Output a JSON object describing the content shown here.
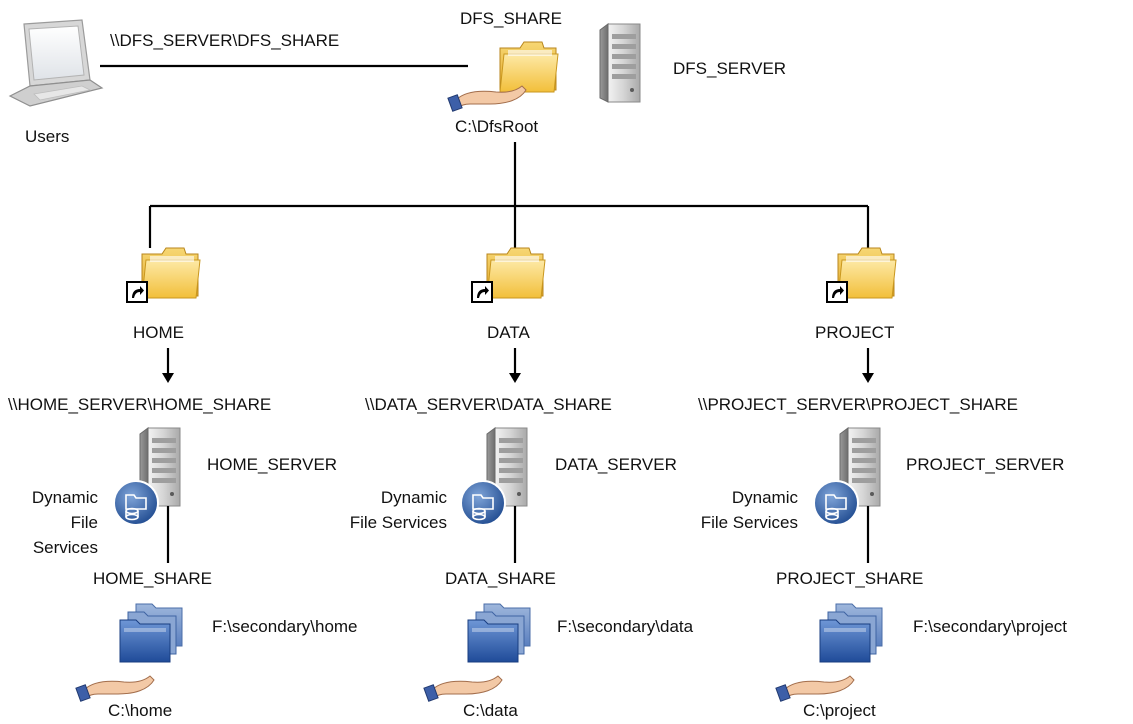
{
  "top": {
    "users_label": "Users",
    "unc_path": "\\\\DFS_SERVER\\DFS_SHARE",
    "share_label": "DFS_SHARE",
    "root_path": "C:\\DfsRoot",
    "server_label": "DFS_SERVER"
  },
  "branches": [
    {
      "link_name": "HOME",
      "unc_target": "\\\\HOME_SERVER\\HOME_SHARE",
      "server_name": "HOME_SERVER",
      "service_lines": [
        "Dynamic",
        "File",
        "Services"
      ],
      "share_name": "HOME_SHARE",
      "secondary_path": "F:\\secondary\\home",
      "primary_path": "C:\\home"
    },
    {
      "link_name": "DATA",
      "unc_target": "\\\\DATA_SERVER\\DATA_SHARE",
      "server_name": "DATA_SERVER",
      "service_lines": [
        "Dynamic",
        "File Services"
      ],
      "share_name": "DATA_SHARE",
      "secondary_path": "F:\\secondary\\data",
      "primary_path": "C:\\data"
    },
    {
      "link_name": "PROJECT",
      "unc_target": "\\\\PROJECT_SERVER\\PROJECT_SHARE",
      "server_name": "PROJECT_SERVER",
      "service_lines": [
        "Dynamic",
        "File Services"
      ],
      "share_name": "PROJECT_SHARE",
      "secondary_path": "F:\\secondary\\project",
      "primary_path": "C:\\project"
    }
  ],
  "colors": {
    "folder_yellow": "#f5c842",
    "folder_blue": "#3d6bb5",
    "server_gray": "#c9c9c9",
    "service_badge": "#2f5d9e",
    "hand_skin": "#f3c9a6",
    "connector": "#000000"
  }
}
